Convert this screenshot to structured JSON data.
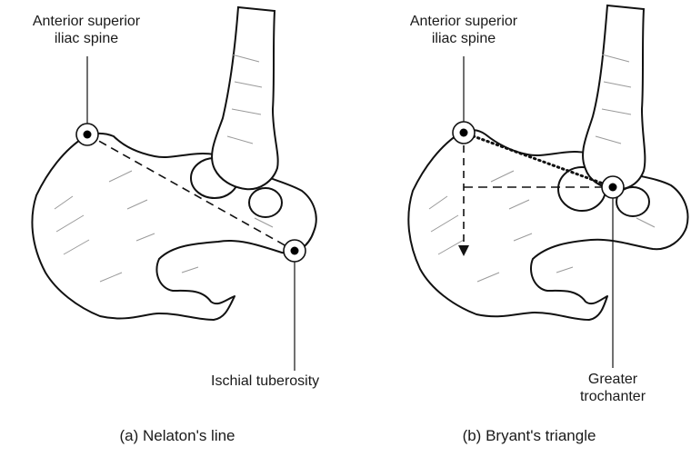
{
  "panel_a": {
    "label_asis": [
      "Anterior superior",
      "iliac spine"
    ],
    "label_ischial": "Ischial tuberosity",
    "caption": "(a) Nelaton's line"
  },
  "panel_b": {
    "label_asis": [
      "Anterior superior",
      "iliac spine"
    ],
    "label_trochanter": [
      "Greater",
      "trochanter"
    ],
    "caption": "(b) Bryant's triangle"
  }
}
